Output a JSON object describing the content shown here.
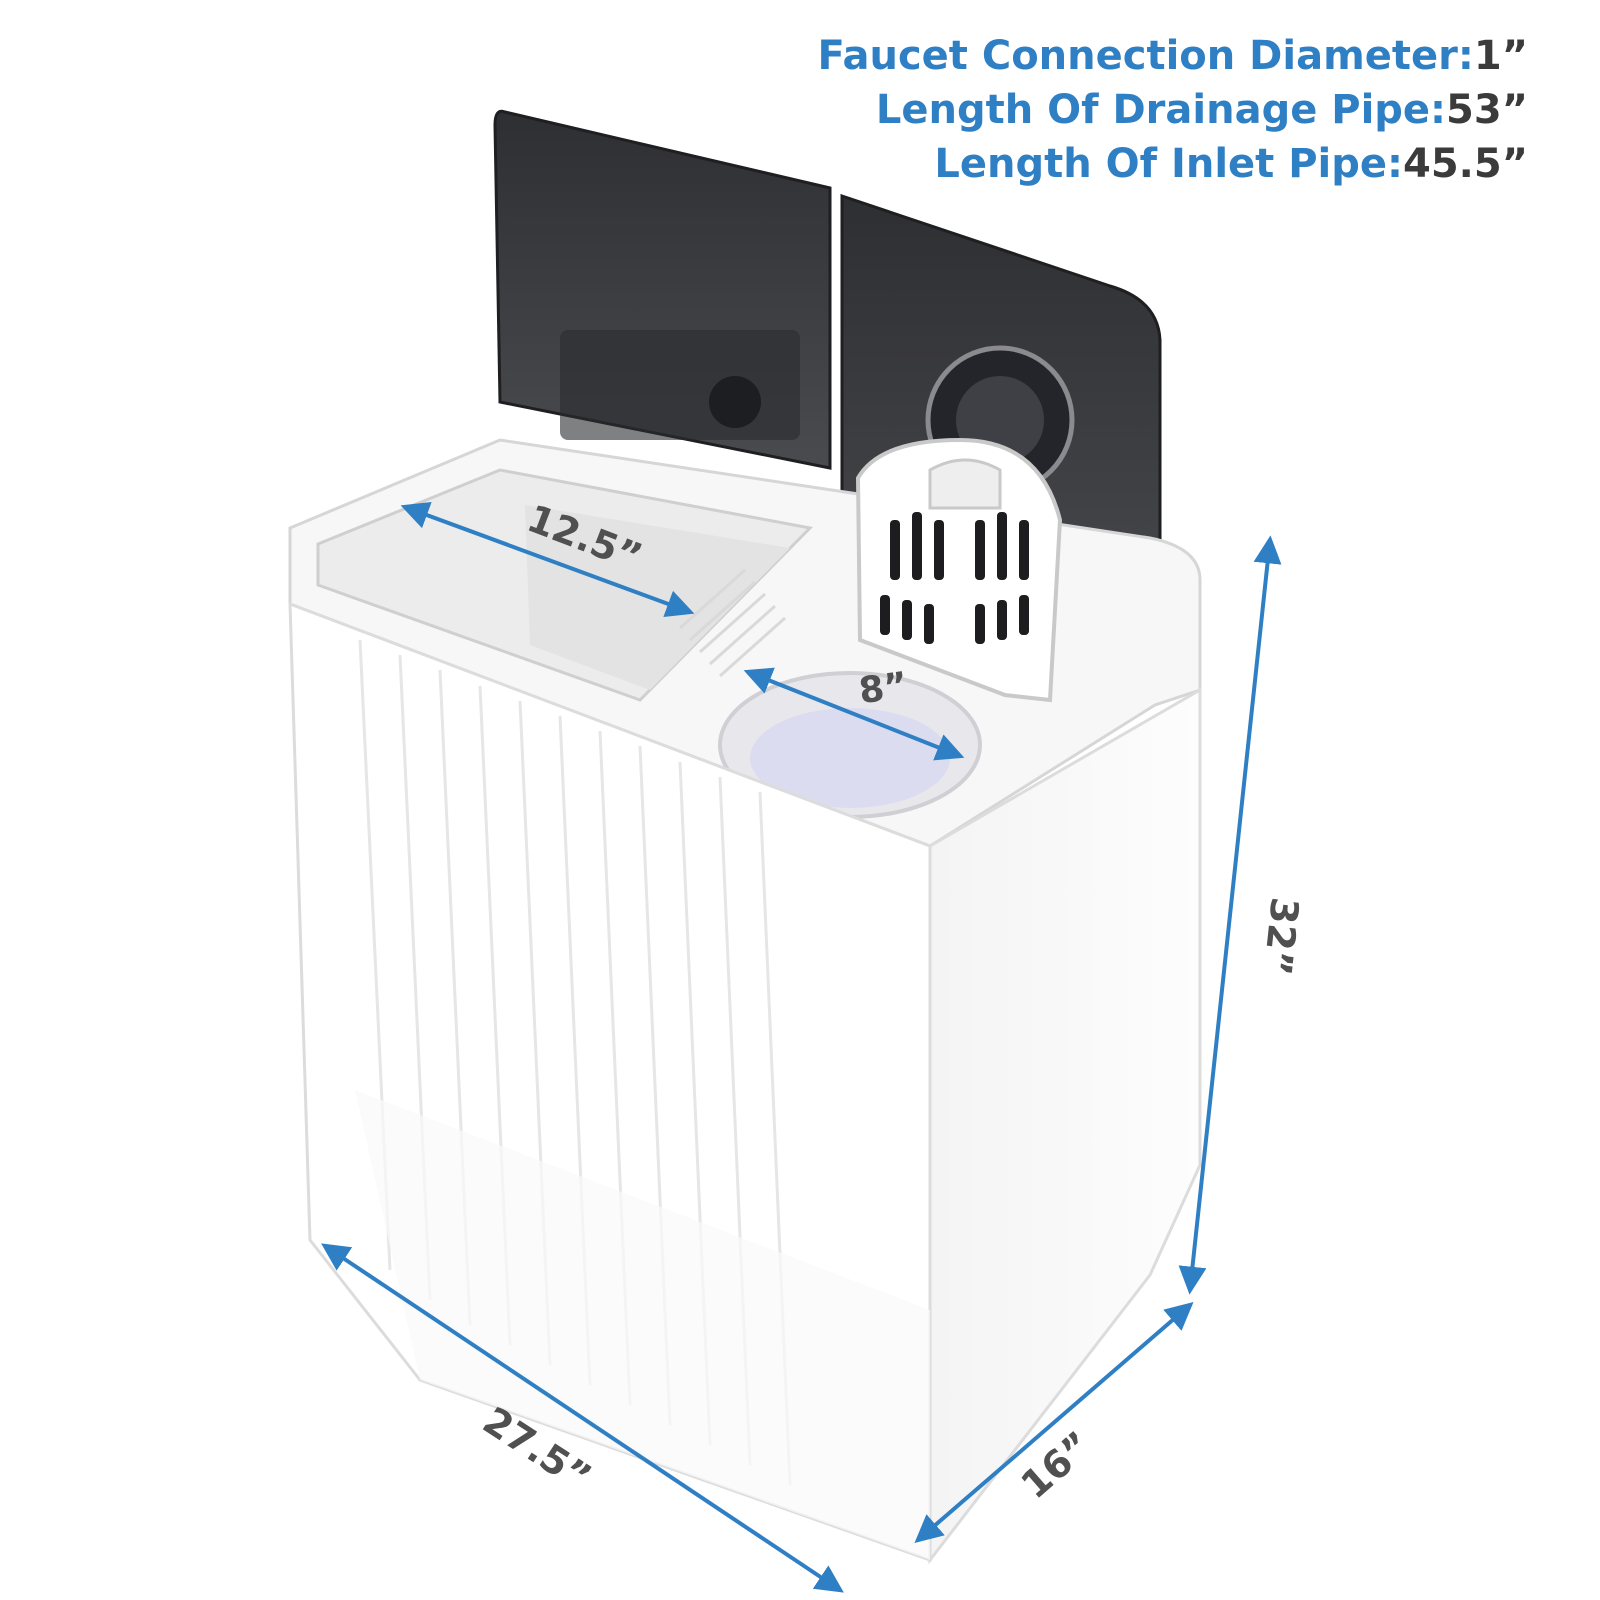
{
  "specs": [
    {
      "label": "Faucet Connection Diameter:",
      "value": "1”"
    },
    {
      "label": "Length Of Drainage Pipe:",
      "value": "53”"
    },
    {
      "label": "Length Of Inlet Pipe:",
      "value": "45.5”"
    }
  ],
  "dimensions": {
    "wash_tub_width": "12.5”",
    "spin_tub_diameter": "8”",
    "height": "32”",
    "width": "27.5”",
    "depth": "16”"
  },
  "colors": {
    "spec_label": "#2f7fc4",
    "spec_value": "#3b3b3b",
    "arrow": "#2f7fc4",
    "body": "#ffffff",
    "lid": "#3a3b3e"
  }
}
